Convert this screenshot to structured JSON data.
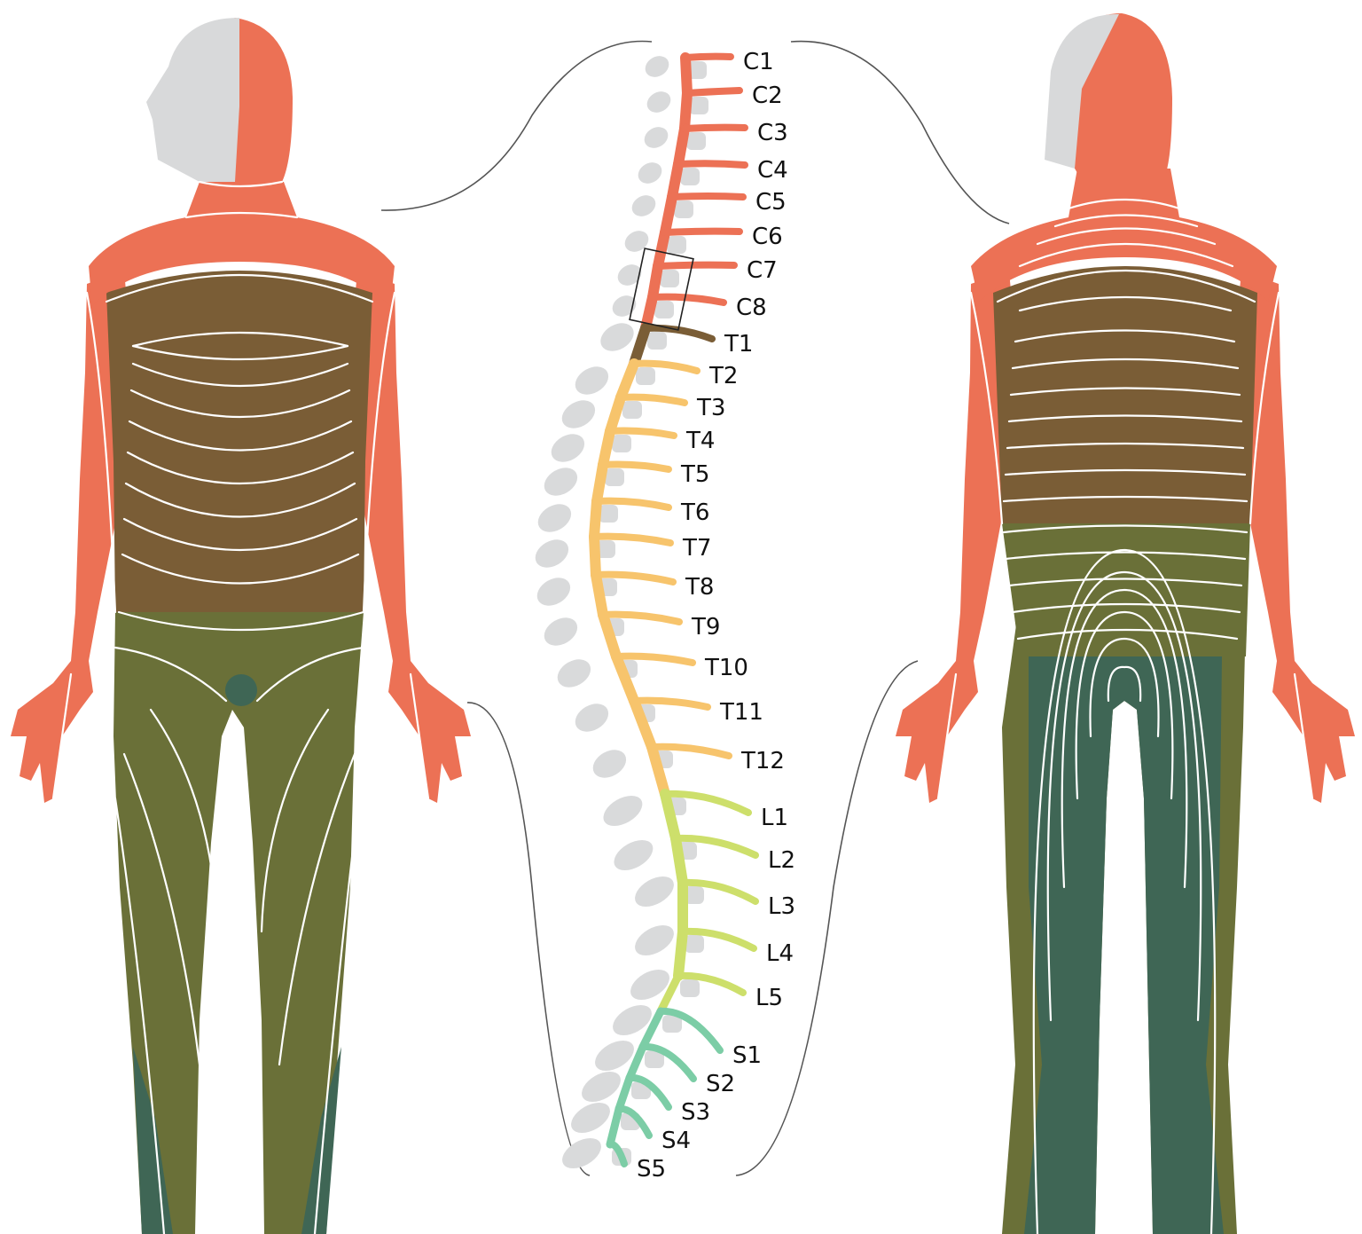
{
  "colors": {
    "cervical": "#ec7155",
    "thoracic_upper": "#7a5d36",
    "thoracic_lower": "#6a7038",
    "sacral_dark": "#3f6655",
    "thoracic_cord": "#f7c46c",
    "lumbar_cord": "#cddf6b",
    "sacral_cord": "#7ccda6",
    "bone": "#d9dadb",
    "hair": "#d8d9da"
  },
  "spine": {
    "labels": [
      "C1",
      "C2",
      "C3",
      "C4",
      "C5",
      "C6",
      "C7",
      "C8",
      "T1",
      "T2",
      "T3",
      "T4",
      "T5",
      "T6",
      "T7",
      "T8",
      "T9",
      "T10",
      "T11",
      "T12",
      "L1",
      "L2",
      "L3",
      "L4",
      "L5",
      "S1",
      "S2",
      "S3",
      "S4",
      "S5"
    ]
  }
}
